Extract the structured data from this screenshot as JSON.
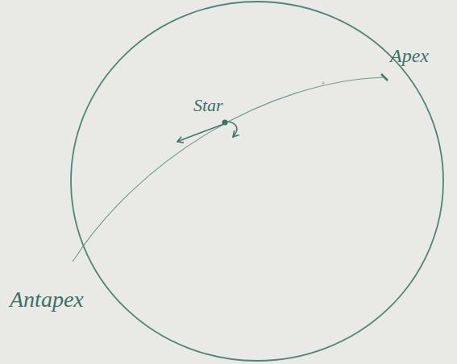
{
  "diagram": {
    "labels": [
      "Star",
      "Apex",
      "Antapex"
    ]
  }
}
